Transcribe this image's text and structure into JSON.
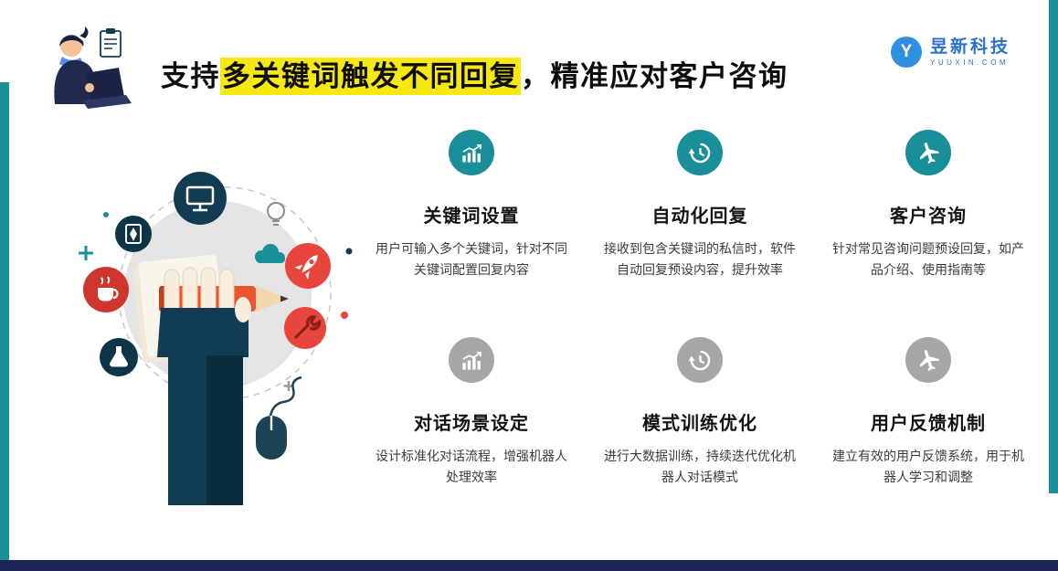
{
  "header": {
    "title_prefix": "支持",
    "title_highlight": "多关键词触发不同回复",
    "title_suffix": "，精准应对客户咨询"
  },
  "logo": {
    "mark": "Y",
    "company": "昱新科技",
    "domain": "YUUXIN.COM"
  },
  "features": [
    {
      "title": "关键词设置",
      "desc": "用户可输入多个关键词，针对不同关键词配置回复内容",
      "icon": "growth-chart-icon"
    },
    {
      "title": "自动化回复",
      "desc": "接收到包含关键词的私信时，软件自动回复预设内容，提升效率",
      "icon": "history-clock-icon"
    },
    {
      "title": "客户咨询",
      "desc": "针对常见咨询问题预设回复，如产品介绍、使用指南等",
      "icon": "plane-icon"
    },
    {
      "title": "对话场景设定",
      "desc": "设计标准化对话流程，增强机器人处理效率",
      "icon": "growth-chart-icon"
    },
    {
      "title": "模式训练优化",
      "desc": "进行大数据训练，持续迭代优化机器人对话模式",
      "icon": "history-clock-icon"
    },
    {
      "title": "用户反馈机制",
      "desc": "建立有效的用户反馈系统，用于机器人学习和调整",
      "icon": "plane-icon"
    }
  ],
  "colors": {
    "accent_teal": "#1A8F99",
    "icon_gray": "#A6A6A6",
    "highlight_yellow": "#F7E712",
    "footer_navy": "#1B2556",
    "logo_blue": "#2E90E0",
    "illustration_red": "#E8453C",
    "illustration_dark_teal": "#123C52"
  }
}
